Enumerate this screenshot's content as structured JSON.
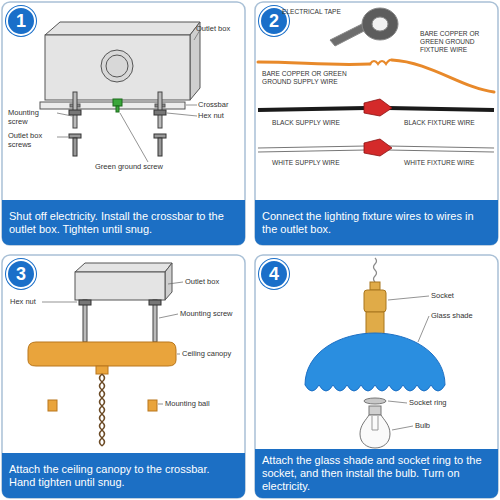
{
  "diagram": {
    "nodes": [
      {
        "text": [
          "1"
        ]
      },
      {
        "text": [
          "Shut off electricity. Install the crossbar to the outlet box. Tighten until snug."
        ]
      },
      {
        "text": [
          "2"
        ]
      },
      {
        "text": [
          "Connect the lighting fixture wires to wires in the outlet box."
        ]
      },
      {
        "text": [
          "3"
        ]
      },
      {
        "text": [
          "Attach the ceiling canopy to the crossbar. Hand tighten until snug."
        ]
      },
      {
        "text": [
          "4"
        ]
      },
      {
        "text": [
          "Attach the glass shade and socket ring to the socket, and then install the bulb. Turn on electricity."
        ]
      }
    ],
    "labels": [
      "Outlet box",
      "Crossbar",
      "Hex nut",
      "Mounting screw",
      "Outlet box screws",
      "Green ground screw",
      "ELECTRICAL TAPE",
      "BARE COPPER OR GREEN GROUND FIXTURE WIRE",
      "BARE COPPER OR GREEN GROUND SUPPLY WIRE",
      "BLACK SUPPLY WIRE",
      "BLACK FIXTURE WIRE",
      "WHITE SUPPLY WIRE",
      "WHITE FIXTURE WIRE",
      "Outlet box",
      "Hex nut",
      "Mounting screw",
      "Ceiling canopy",
      "Mounting ball",
      "Socket",
      "Glass shade",
      "Socket ring",
      "Bulb"
    ]
  }
}
